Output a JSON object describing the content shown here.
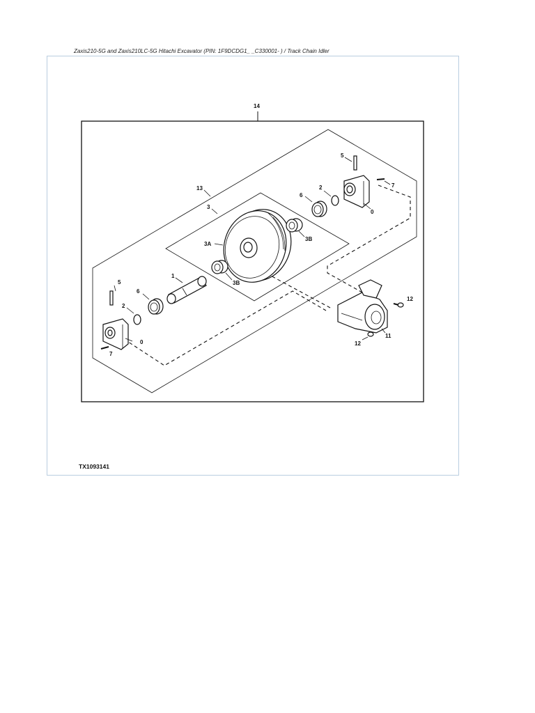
{
  "header": {
    "title": "Zaxis210-5G and Zaxis210LC-5G Hitachi Excavator (PIN: 1F9DCDG1_ _C330001- ) / Track Chain Idler"
  },
  "figure": {
    "id": "TX1093141",
    "callouts": {
      "c14": "14",
      "c13": "13",
      "c3": "3",
      "c3a": "3A",
      "c3b_upper": "3B",
      "c3b_lower": "3B",
      "c1": "1",
      "c5_left": "5",
      "c6_left": "6",
      "c2_left": "2",
      "c0_left": "0",
      "c7_left": "7",
      "c5_right": "5",
      "c6_right": "6",
      "c2_right": "2",
      "c0_right": "0",
      "c7_right": "7",
      "c12_upper": "12",
      "c12_lower": "12",
      "c11": "11"
    }
  }
}
